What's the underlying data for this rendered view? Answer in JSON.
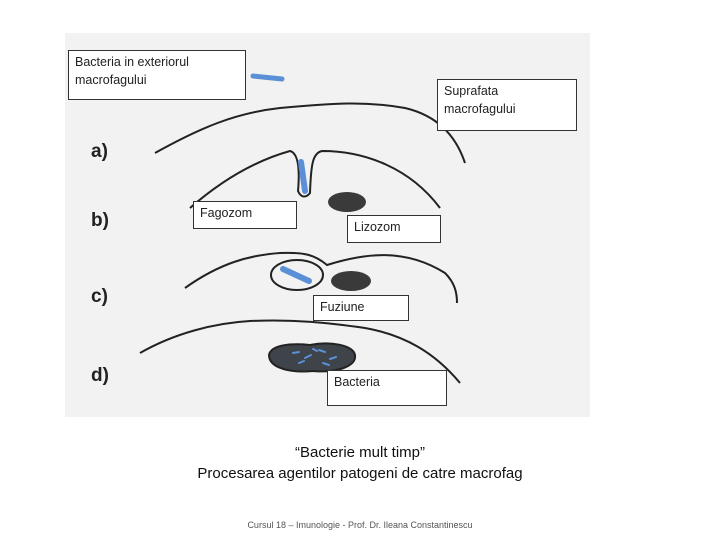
{
  "diagram": {
    "labels": {
      "bacteria_outside": "Bacteria in exteriorul macrofagului",
      "surface": "Suprafata macrofagului",
      "phagosome": "Fagozom",
      "lysosome": "Lizozom",
      "fusion": "Fuziune",
      "bacteria": "Bacteria"
    },
    "steps": [
      "a)",
      "b)",
      "c)",
      "d)"
    ],
    "colors": {
      "bacterium": "#5b8fd6",
      "lysosome": "#3a3a3a",
      "membrane": "#222222",
      "background": "#f2f2f2"
    }
  },
  "caption": {
    "line1": "“Bacterie mult timp”",
    "line2": "Procesarea agentilor patogeni de catre macrofag"
  },
  "footer": "Cursul 18 – Imunologie - Prof. Dr. Ileana Constantinescu"
}
